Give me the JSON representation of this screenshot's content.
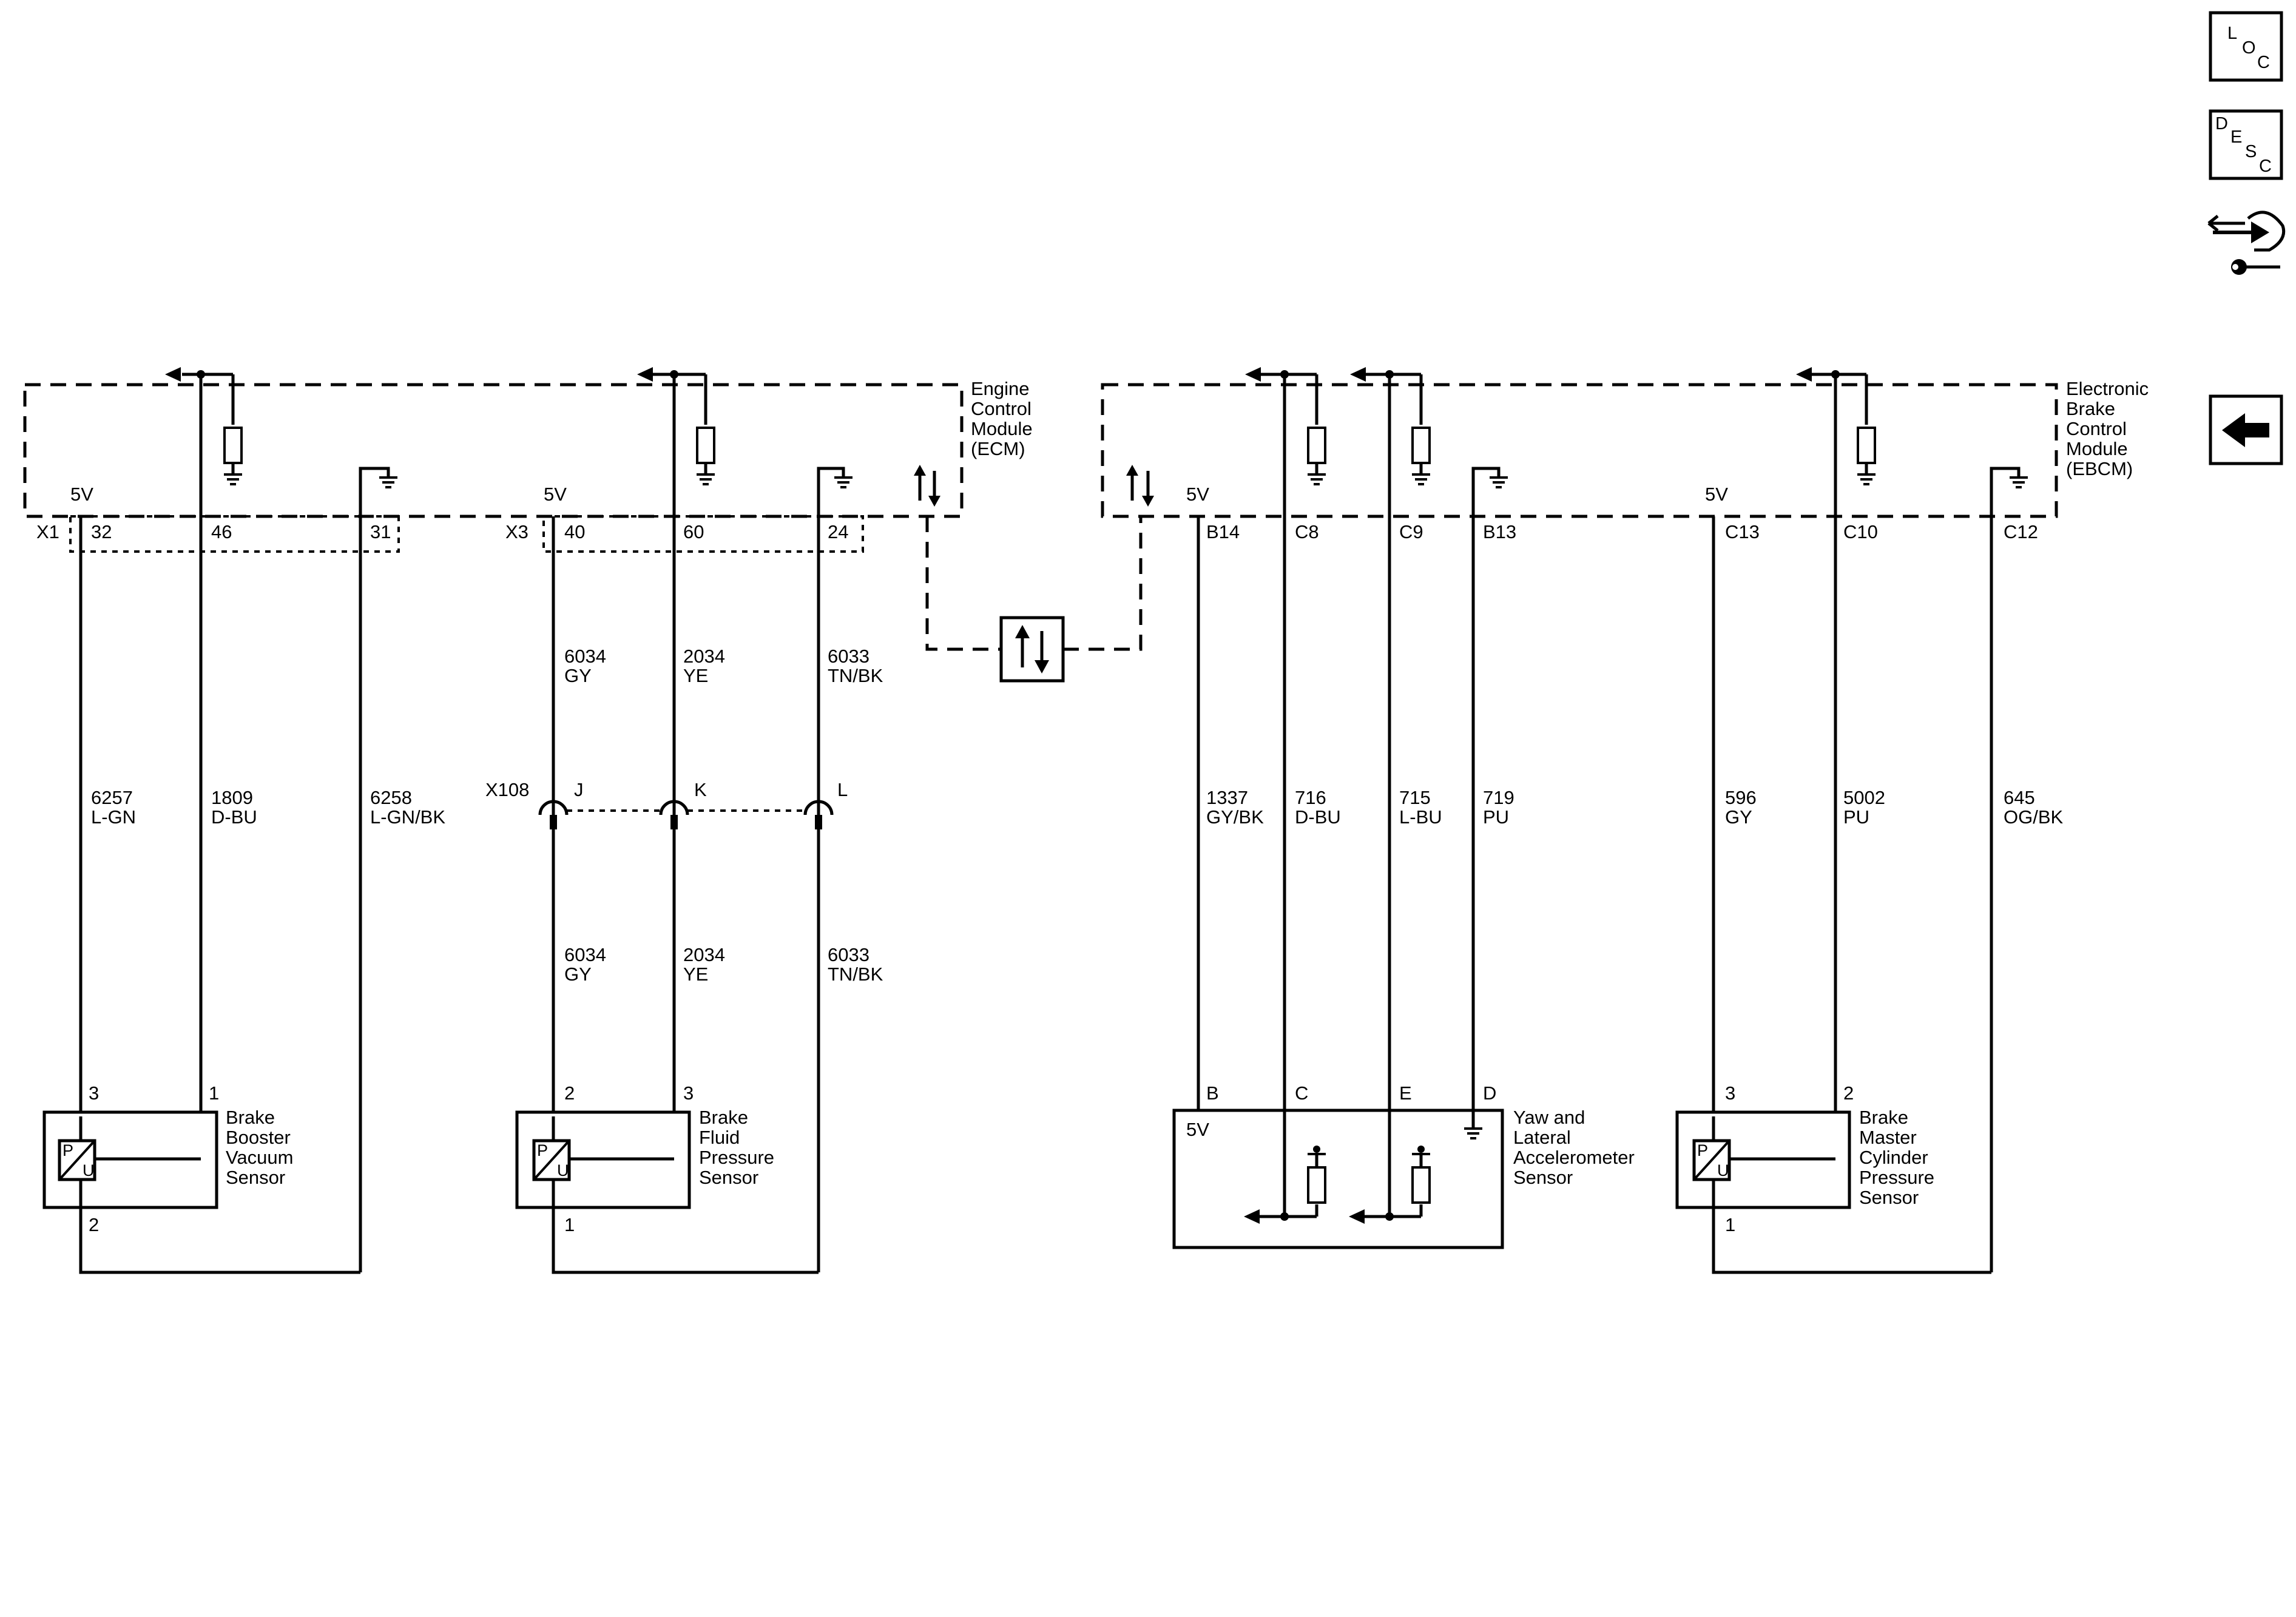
{
  "nav": {
    "loc": [
      "L",
      "O",
      "C"
    ],
    "desc": [
      "D",
      "E",
      "S",
      "C"
    ],
    "connector_icon": "connector-tool-icon",
    "back_icon": "back-arrow-icon"
  },
  "ecm": {
    "name": [
      "Engine",
      "Control",
      "Module",
      "(ECM)"
    ],
    "v5": "5V",
    "x1": "X1",
    "x3": "X3",
    "pins": [
      "32",
      "46",
      "31",
      "40",
      "60",
      "24"
    ]
  },
  "ebcm": {
    "name": [
      "Electronic",
      "Brake",
      "Control",
      "Module",
      "(EBCM)"
    ],
    "v5": "5V",
    "pins": [
      "B14",
      "C8",
      "C9",
      "B13",
      "C13",
      "C10",
      "C12"
    ]
  },
  "wires": {
    "w6257": [
      "6257",
      "L-GN"
    ],
    "w1809": [
      "1809",
      "D-BU"
    ],
    "w6258": [
      "6258",
      "L-GN/BK"
    ],
    "w6034": [
      "6034",
      "GY"
    ],
    "w2034": [
      "2034",
      "YE"
    ],
    "w6033": [
      "6033",
      "TN/BK"
    ],
    "w1337": [
      "1337",
      "GY/BK"
    ],
    "w716": [
      "716",
      "D-BU"
    ],
    "w715": [
      "715",
      "L-BU"
    ],
    "w719": [
      "719",
      "PU"
    ],
    "w596": [
      "596",
      "GY"
    ],
    "w5002": [
      "5002",
      "PU"
    ],
    "w645": [
      "645",
      "OG/BK"
    ]
  },
  "x108": {
    "name": "X108",
    "pins": [
      "J",
      "K",
      "L"
    ]
  },
  "sensors": {
    "booster": {
      "name": [
        "Brake",
        "Booster",
        "Vacuum",
        "Sensor"
      ],
      "pins": [
        "3",
        "1",
        "2"
      ]
    },
    "fluid": {
      "name": [
        "Brake",
        "Fluid",
        "Pressure",
        "Sensor"
      ],
      "pins": [
        "2",
        "3",
        "1"
      ]
    },
    "yaw": {
      "name": [
        "Yaw and",
        "Lateral",
        "Accelerometer",
        "Sensor"
      ],
      "pins": [
        "B",
        "C",
        "E",
        "D"
      ],
      "v5": "5V"
    },
    "master": {
      "name": [
        "Brake",
        "Master",
        "Cylinder",
        "Pressure",
        "Sensor"
      ],
      "pins": [
        "3",
        "2",
        "1"
      ]
    }
  },
  "pu": [
    "P",
    "U"
  ]
}
